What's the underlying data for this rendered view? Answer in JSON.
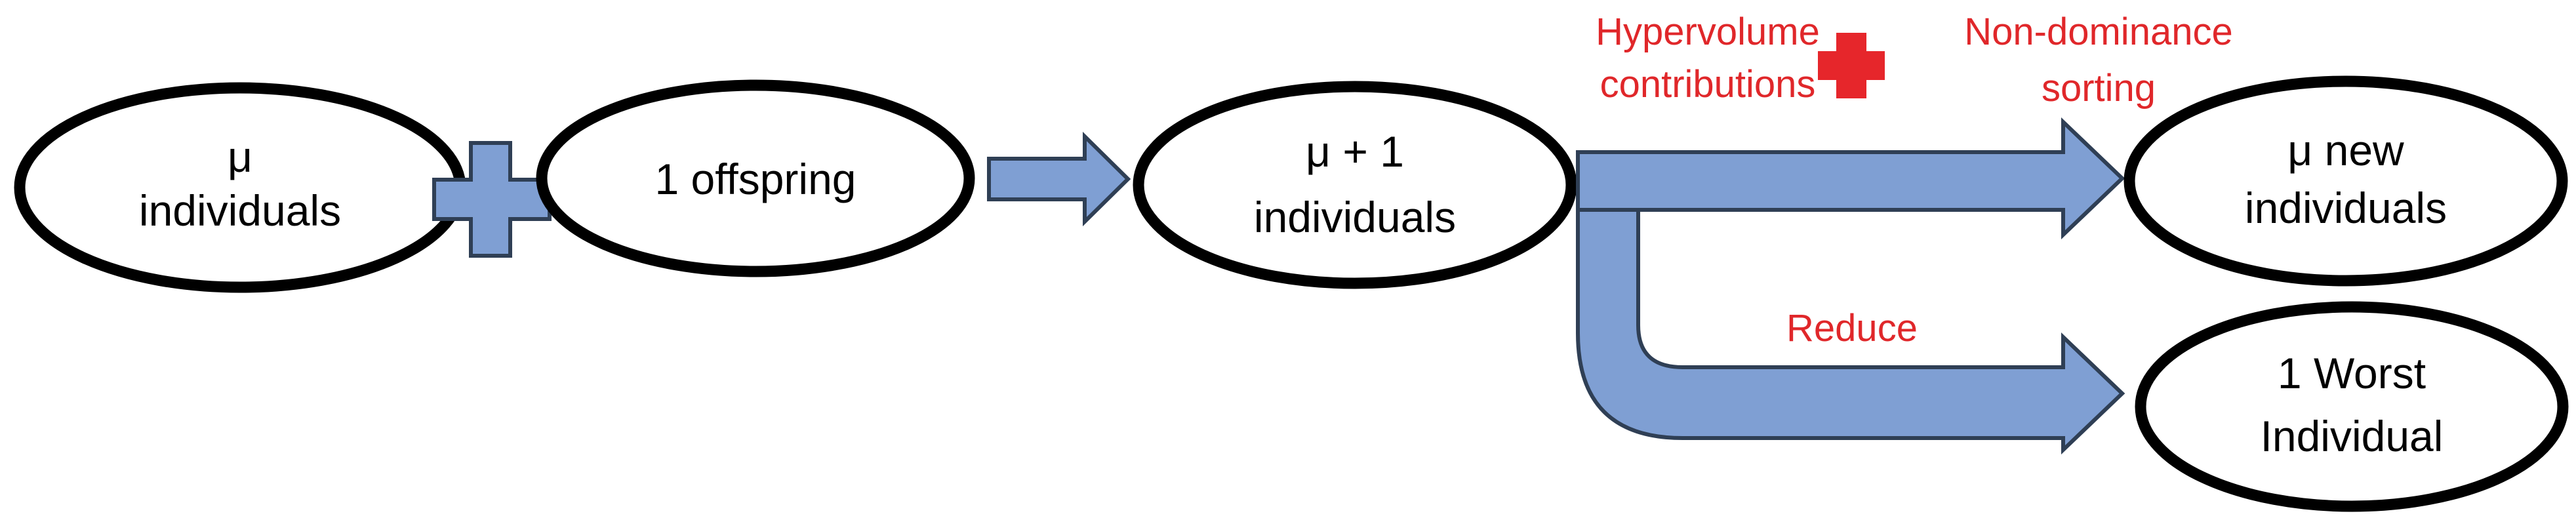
{
  "colors": {
    "arrow_fill": "#7f9fd3",
    "plus_fill": "#7f9fd3",
    "annotation_red": "#e0272a",
    "red_plus_fill": "#e6262b"
  },
  "nodes": {
    "mu_individuals": {
      "line1": "μ",
      "line2": "individuals"
    },
    "one_offspring": {
      "line1": "1 offspring"
    },
    "mu_plus_one": {
      "line1": "μ  + 1",
      "line2": "individuals"
    },
    "mu_new": {
      "line1": "μ new",
      "line2": "individuals"
    },
    "worst": {
      "line1": "1 Worst",
      "line2": "Individual"
    }
  },
  "annotations": {
    "hypervolume": {
      "line1": "Hypervolume",
      "line2": "contributions"
    },
    "non_dominance": {
      "line1": "Non-dominance",
      "line2": "sorting"
    },
    "reduce": "Reduce"
  },
  "icons": {
    "blue_plus": "plus-icon",
    "red_plus": "plus-icon"
  }
}
